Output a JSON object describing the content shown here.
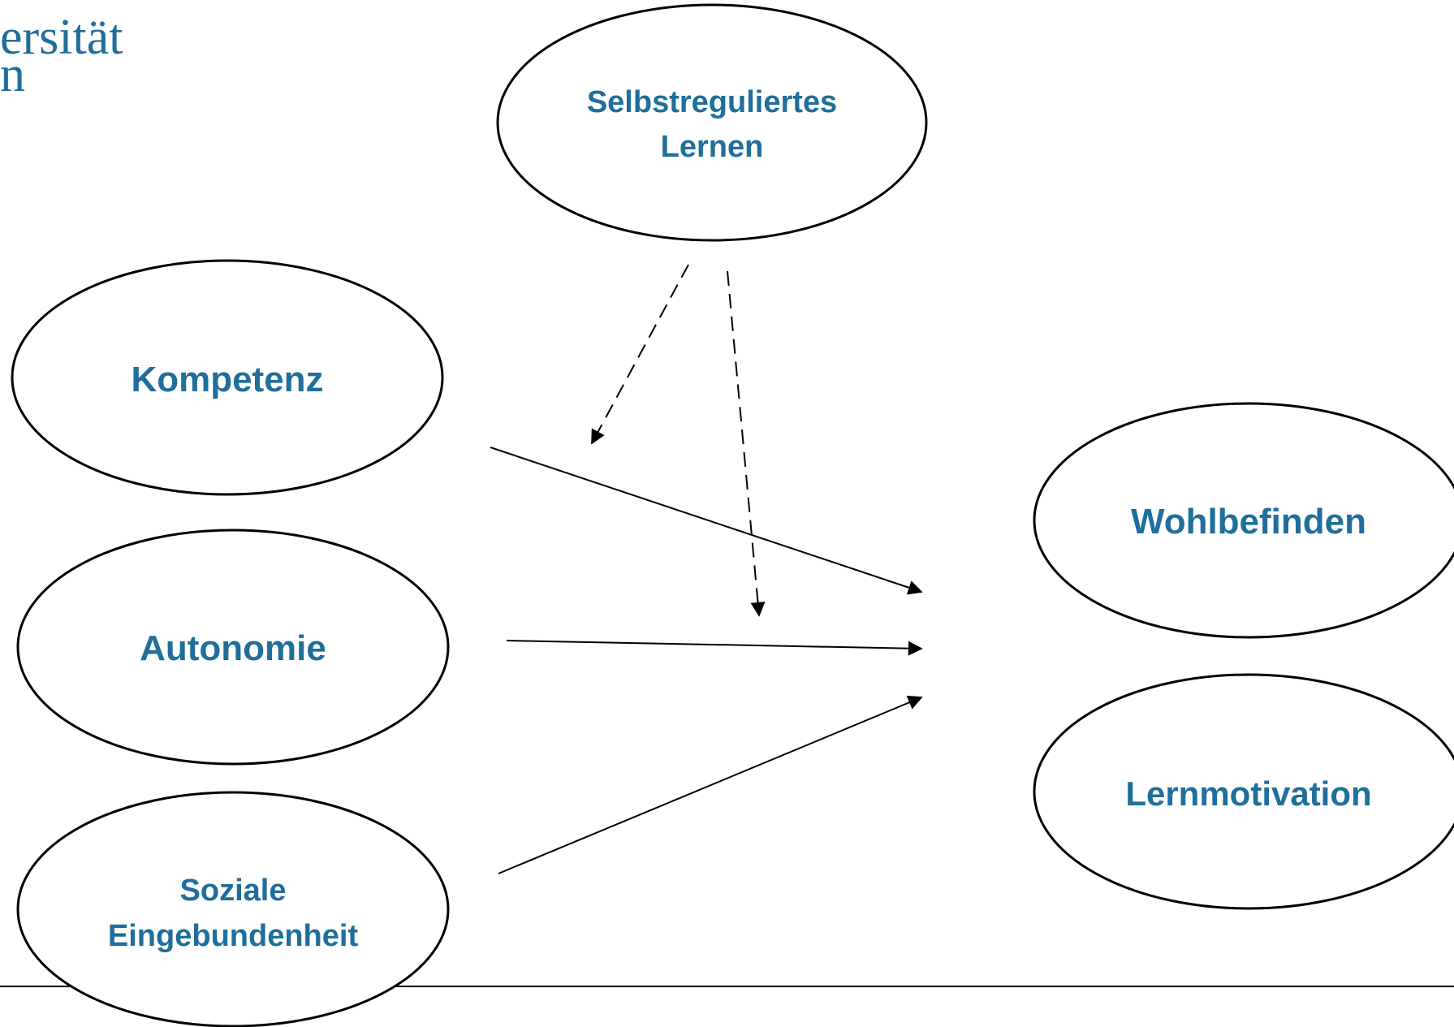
{
  "colors": {
    "label": "#1f6e9b",
    "outline": "#000000",
    "background": "#ffffff"
  },
  "logo": {
    "line1": "ersität",
    "line2": "n"
  },
  "nodes": [
    {
      "id": "selbstreguliertes-lernen",
      "lines": [
        "Selbstreguliertes",
        "Lernen"
      ]
    },
    {
      "id": "kompetenz",
      "lines": [
        "Kompetenz"
      ]
    },
    {
      "id": "autonomie",
      "lines": [
        "Autonomie"
      ]
    },
    {
      "id": "soziale-eingebundenheit",
      "lines": [
        "Soziale",
        "Eingebundenheit"
      ]
    },
    {
      "id": "wohlbefinden",
      "lines": [
        "Wohlbefinden"
      ]
    },
    {
      "id": "lernmotivation",
      "lines": [
        "Lernmotivation"
      ]
    }
  ],
  "edges": [
    {
      "from": "kompetenz",
      "to": "outcomes",
      "style": "solid"
    },
    {
      "from": "autonomie",
      "to": "outcomes",
      "style": "solid"
    },
    {
      "from": "soziale-eingebundenheit",
      "to": "outcomes",
      "style": "solid"
    },
    {
      "from": "selbstreguliertes-lernen",
      "to": "kompetenz-path",
      "style": "dashed"
    },
    {
      "from": "selbstreguliertes-lernen",
      "to": "autonomie-path",
      "style": "dashed"
    }
  ]
}
